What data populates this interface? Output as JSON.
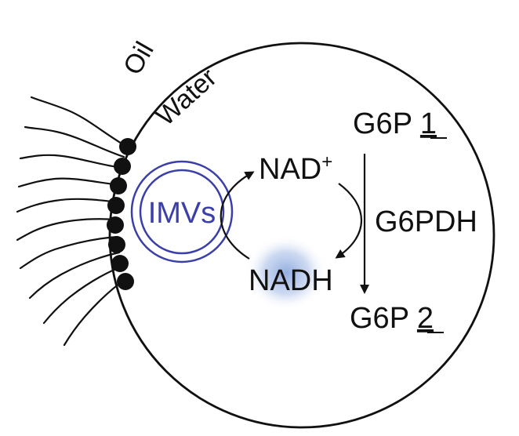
{
  "labels": {
    "oil": "Oil",
    "water": "Water",
    "imvs": "IMVs",
    "nad": "NAD",
    "nad_superscript": "+",
    "nadh": "NADH",
    "g6p1_prefix": "G6P ",
    "g6p1_number": "1",
    "g6p2_prefix": "G6P ",
    "g6p2_number": "2",
    "enzyme": "G6PDH"
  },
  "colors": {
    "stroke": "#111111",
    "vesicle": "#3b3fa8",
    "nadh_glow": "#6f93d6"
  }
}
